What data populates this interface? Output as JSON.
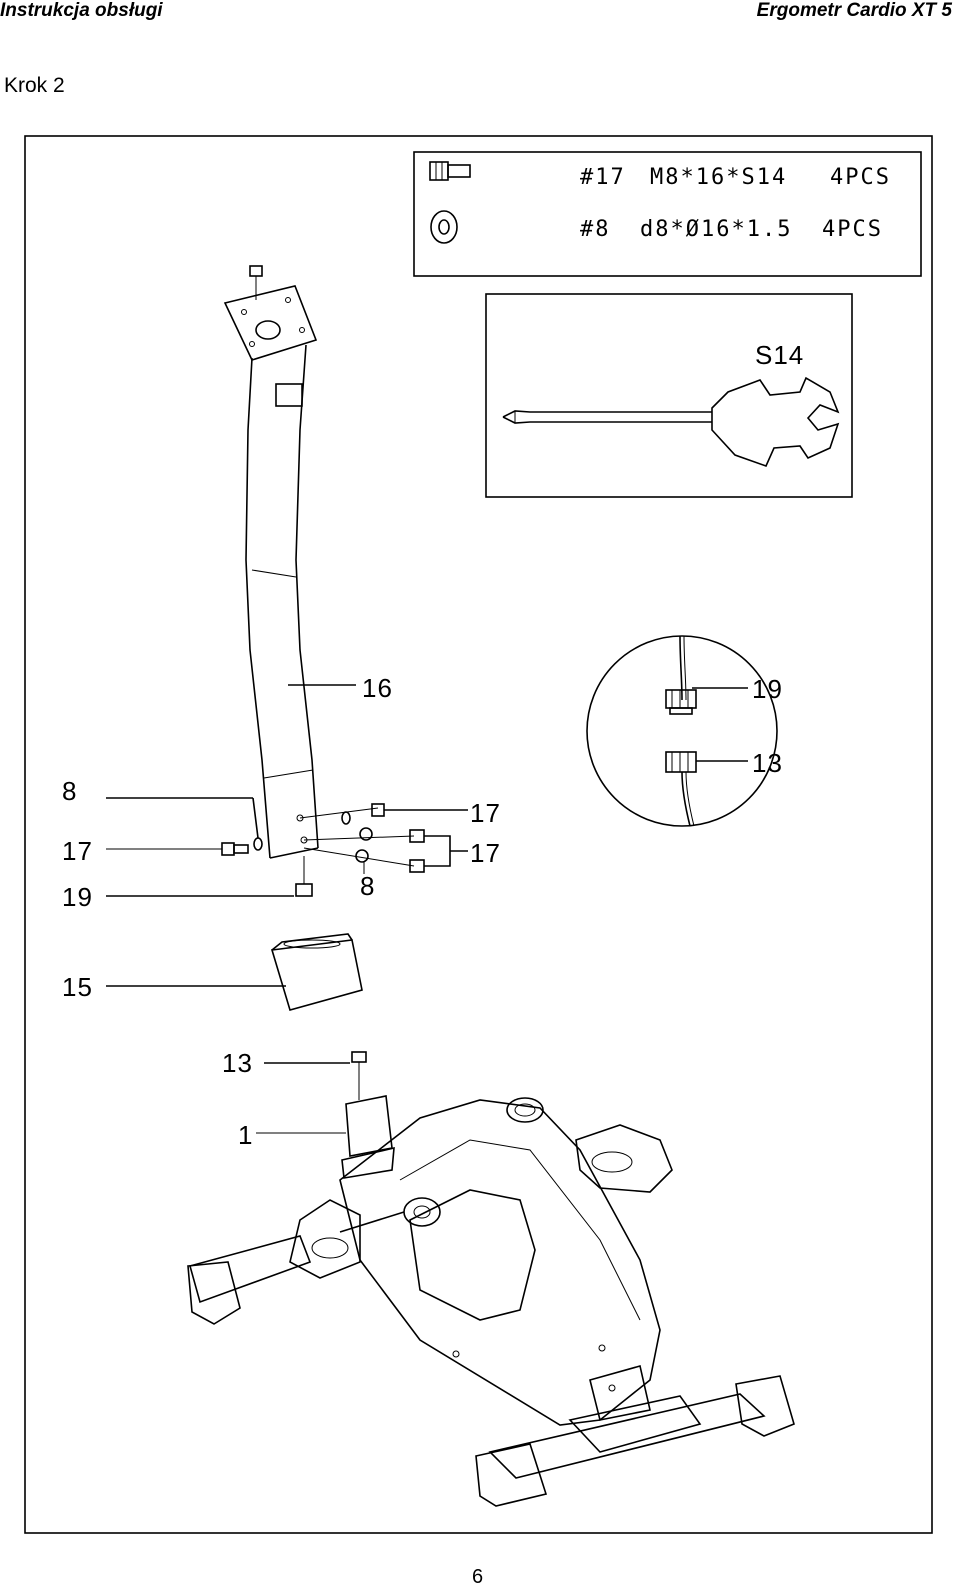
{
  "header": {
    "left_title": "Instrukcja obsługi",
    "right_title": "Ergometr Cardio XT 5"
  },
  "step_title": "Krok 2",
  "hardware_legend": [
    {
      "id": "#17",
      "spec": "M8*16*S14",
      "qty": "4PCS"
    },
    {
      "id": "#8",
      "spec": "d8*Ø16*1.5",
      "qty": "4PCS"
    }
  ],
  "tool_label": "S14",
  "part_labels": {
    "p16": "16",
    "p8_left": "8",
    "p17_left": "17",
    "p19_left": "19",
    "p17_right_top": "17",
    "p17_right": "17",
    "p8_bottom": "8",
    "p15": "15",
    "p13": "13",
    "p1": "1",
    "detail_19": "19",
    "detail_13": "13"
  },
  "page_number": "6"
}
